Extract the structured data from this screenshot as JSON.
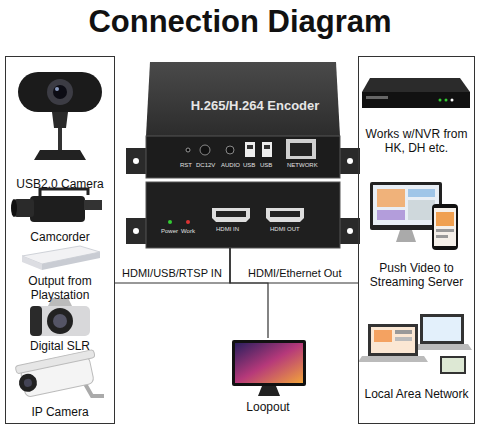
{
  "diagram": {
    "title": "Connection Diagram",
    "nodes": [
      {
        "text": [
          "USB2.0 Camera",
          "Camcorder",
          "Output from Playstation",
          "Digital SLR",
          "IP Camera"
        ]
      },
      {
        "text": [
          "H.265/H.264 Encoder"
        ]
      },
      {
        "text": [
          "Works w/NVR from HK, DH etc.",
          "Push Video to Streaming Server",
          "Local Area Network"
        ]
      },
      {
        "text": [
          "Loopout"
        ]
      }
    ],
    "edges": [
      {
        "from": 0,
        "to": 1,
        "label": "HDMI/USB/RTSP IN",
        "arrow": "none"
      },
      {
        "from": 1,
        "to": 2,
        "label": "HDMI/Ethernet Out",
        "arrow": "none"
      },
      {
        "from": 1,
        "to": 3,
        "arrow": "none"
      }
    ],
    "labels": [
      "RST",
      "DC12V",
      "AUDIO",
      "USB",
      "USB",
      "NETWORK",
      "Power",
      "Work",
      "HDMI IN",
      "HDMI OUT"
    ]
  }
}
